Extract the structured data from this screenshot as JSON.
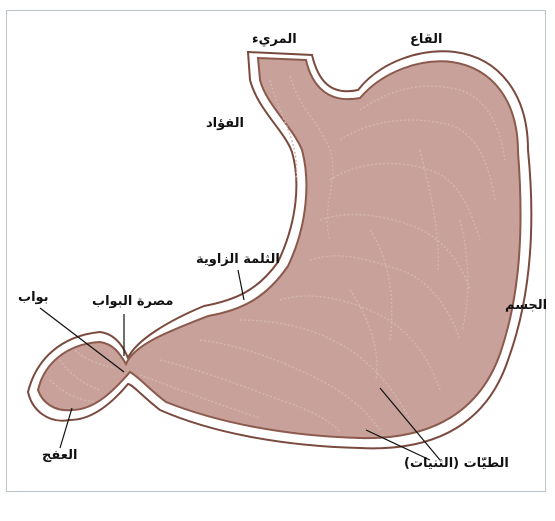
{
  "labels": {
    "esophagus": "المريء",
    "fundus": "القاع",
    "cardia": "الفؤاد",
    "angular_notch": "الثلمة الزاوية",
    "body": "الجسم",
    "pyloric_sphincter": "مصرة البواب",
    "pylorus": "بواب",
    "duodenum": "العفج",
    "rugae": "الطيّات (الثنيات)"
  },
  "colors": {
    "stomach_wall": "#c7a19a",
    "stomach_outline": "#8b5a4d",
    "outer_outline": "#7a4a3e",
    "rugae_lines": "#d4b6ae",
    "leader_lines": "#111111"
  }
}
